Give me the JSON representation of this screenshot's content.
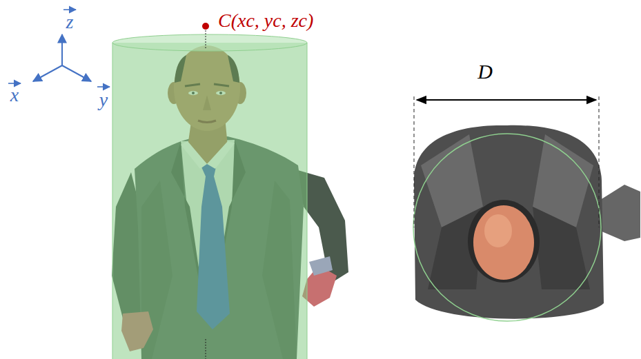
{
  "diagram": {
    "labels": [
      "z",
      "x",
      "y",
      "C(xc, yc, zc)",
      "D"
    ]
  }
}
